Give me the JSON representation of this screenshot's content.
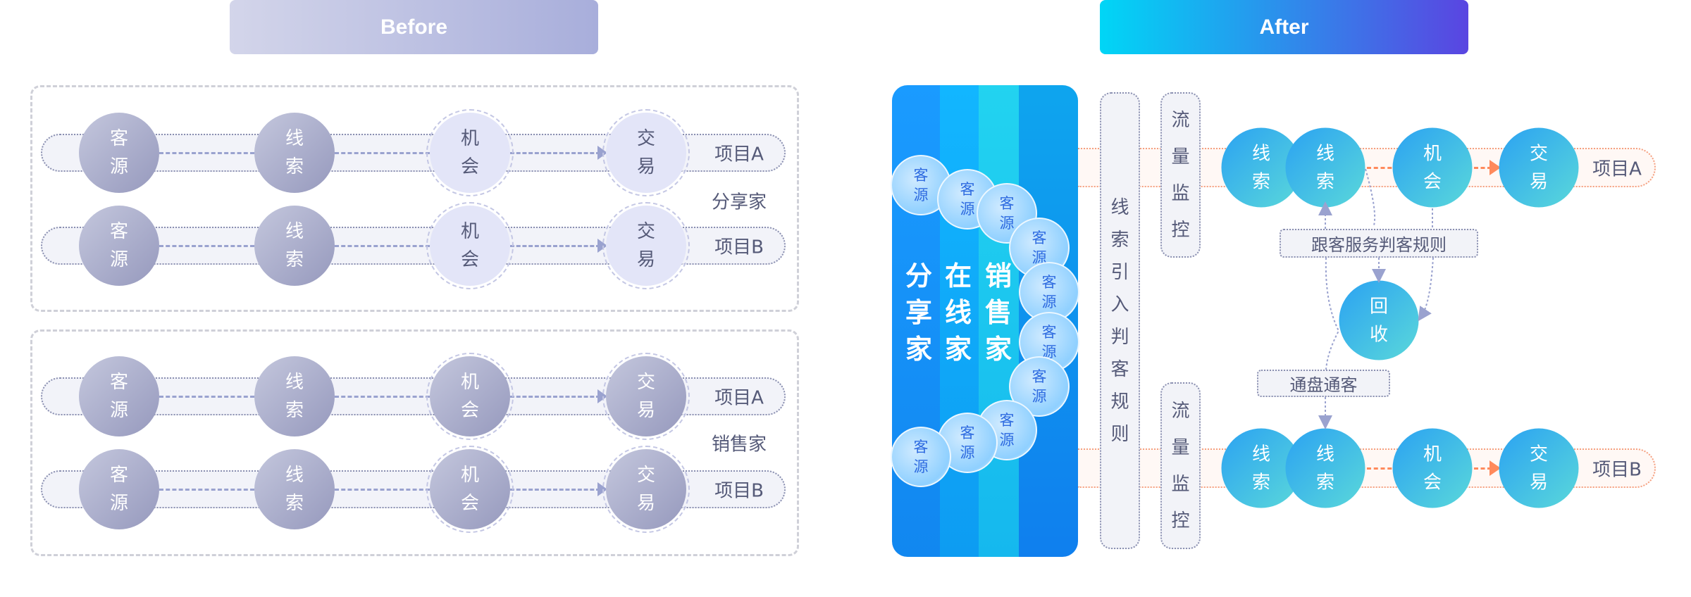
{
  "before": {
    "title": "Before",
    "groups": [
      {
        "name": "分享家",
        "rows": [
          {
            "project": "项目A",
            "nodes": [
              [
                "客",
                "源"
              ],
              [
                "线",
                "索"
              ],
              [
                "机",
                "会"
              ],
              [
                "交",
                "易"
              ]
            ],
            "styles": [
              "dark",
              "dark",
              "light",
              "light"
            ]
          },
          {
            "project": "项目B",
            "nodes": [
              [
                "客",
                "源"
              ],
              [
                "线",
                "索"
              ],
              [
                "机",
                "会"
              ],
              [
                "交",
                "易"
              ]
            ],
            "styles": [
              "dark",
              "dark",
              "light",
              "light"
            ]
          }
        ]
      },
      {
        "name": "销售家",
        "rows": [
          {
            "project": "项目A",
            "nodes": [
              [
                "客",
                "源"
              ],
              [
                "线",
                "索"
              ],
              [
                "机",
                "会"
              ],
              [
                "交",
                "易"
              ]
            ],
            "styles": [
              "dark",
              "dark",
              "dark",
              "dark"
            ]
          },
          {
            "project": "项目B",
            "nodes": [
              [
                "客",
                "源"
              ],
              [
                "线",
                "索"
              ],
              [
                "机",
                "会"
              ],
              [
                "交",
                "易"
              ]
            ],
            "styles": [
              "dark",
              "dark",
              "dark",
              "dark"
            ]
          }
        ]
      }
    ]
  },
  "after": {
    "title": "After",
    "channels": [
      [
        "分",
        "享",
        "家"
      ],
      [
        "在",
        "线",
        "家"
      ],
      [
        "销",
        "售",
        "家"
      ]
    ],
    "bubbles": [
      [
        "客",
        "源"
      ],
      [
        "客",
        "源"
      ],
      [
        "客",
        "源"
      ],
      [
        "客",
        "源"
      ],
      [
        "客",
        "源"
      ],
      [
        "客",
        "源"
      ],
      [
        "客",
        "源"
      ],
      [
        "客",
        "源"
      ],
      [
        "客",
        "源"
      ],
      [
        "客",
        "源"
      ]
    ],
    "intake_rule": [
      "线",
      "索",
      "引",
      "入",
      "判",
      "客",
      "规",
      "则"
    ],
    "monitor": [
      "流",
      "量",
      "监",
      "控"
    ],
    "rows": [
      {
        "project": "项目A",
        "nodes": [
          [
            "线",
            "索"
          ],
          [
            "线",
            "索"
          ],
          [
            "机",
            "会"
          ],
          [
            "交",
            "易"
          ]
        ]
      },
      {
        "project": "项目B",
        "nodes": [
          [
            "线",
            "索"
          ],
          [
            "线",
            "索"
          ],
          [
            "机",
            "会"
          ],
          [
            "交",
            "易"
          ]
        ]
      }
    ],
    "follow_rule": "跟客服务判客规则",
    "recycle": [
      "回",
      "收"
    ],
    "shared_pool": "通盘通客",
    "colors": {
      "accent_orange": "#ff8a5c",
      "panel_blue": "#1a9bff"
    }
  }
}
